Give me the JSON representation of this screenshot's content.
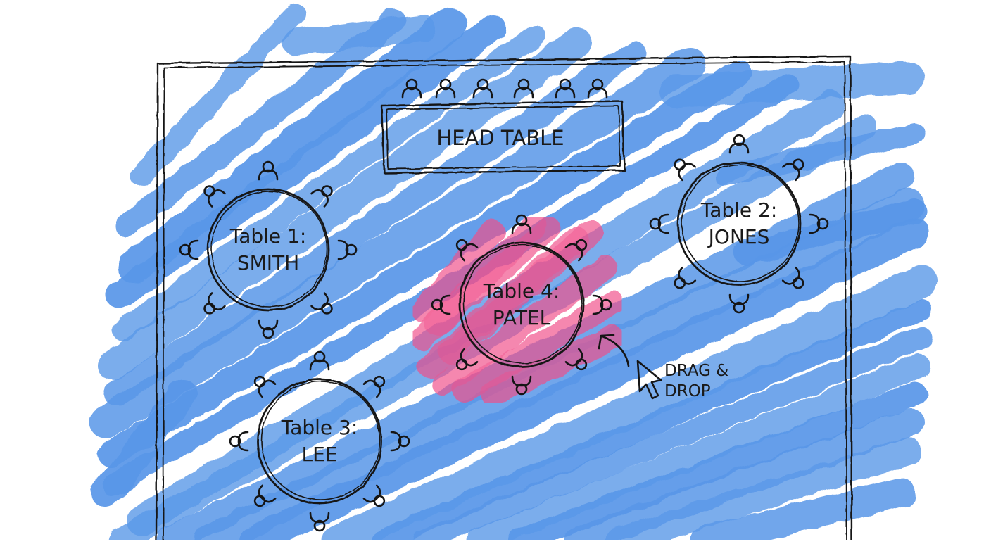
{
  "colors": {
    "canvas": "#ffffff",
    "floor_wash": "#4a8ee6",
    "dragged_highlight": "#f0508a",
    "ink": "#151515"
  },
  "head_table": {
    "label": "HEAD TABLE",
    "seat_count": 6
  },
  "tables": [
    {
      "id": "table-1",
      "name": "Table 1:",
      "family": "SMITH",
      "seat_count": 8,
      "dragged": false
    },
    {
      "id": "table-2",
      "name": "Table 2:",
      "family": "JONES",
      "seat_count": 8,
      "dragged": false
    },
    {
      "id": "table-3",
      "name": "Table 3:",
      "family": "LEE",
      "seat_count": 8,
      "dragged": false
    },
    {
      "id": "table-4",
      "name": "Table 4:",
      "family": "PATEL",
      "seat_count": 8,
      "dragged": true
    }
  ],
  "drag_hint": {
    "line1": "DRAG &",
    "line2": "DROP",
    "icon": "mouse-pointer-icon"
  }
}
